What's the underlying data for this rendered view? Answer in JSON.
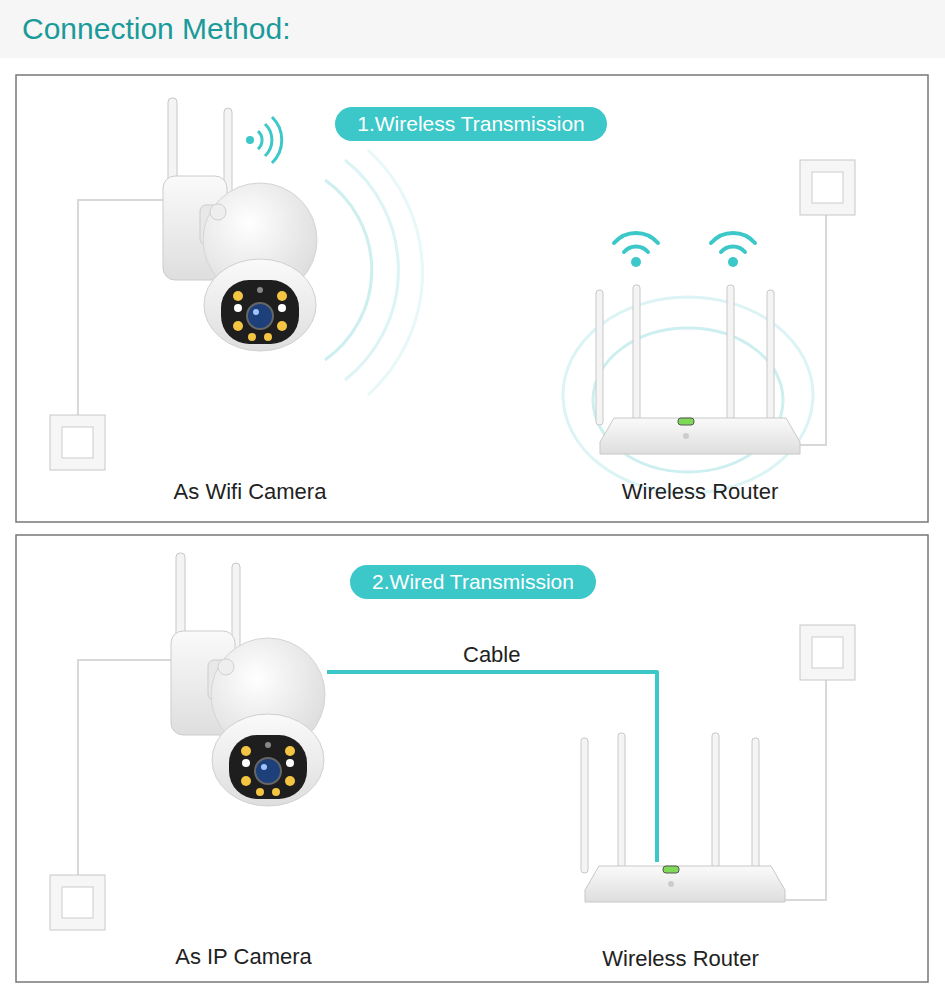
{
  "diagram": {
    "title": "Connection Method:",
    "nodes": [
      {
        "text": [
          "1.Wireless Transmission"
        ]
      },
      {
        "text": [
          "As Wifi Camera"
        ]
      },
      {
        "text": [
          "Wireless Router"
        ]
      },
      {
        "text": [
          "2.Wired Transmission"
        ]
      },
      {
        "text": [
          "As IP Camera"
        ]
      },
      {
        "text": [
          "Wireless Router"
        ]
      }
    ],
    "edges": [
      {
        "from": 4,
        "to": 5,
        "label": "Cable",
        "arrow": "none"
      }
    ]
  }
}
